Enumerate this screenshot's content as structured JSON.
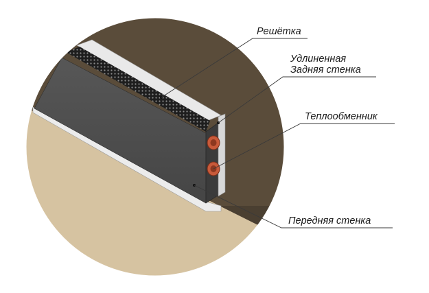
{
  "labels": {
    "grille": "Решётка",
    "rear_wall_line1": "Удлиненная",
    "rear_wall_line2": "Задняя стенка",
    "heat_exchanger": "Теплообменник",
    "front_wall": "Передняя стенка"
  },
  "colors": {
    "wall": "#5a4c3a",
    "floor": "#d6c3a1",
    "housing": "#4d4d4d",
    "trim": "#e9e9e9",
    "pipe": "#c85a3a"
  }
}
